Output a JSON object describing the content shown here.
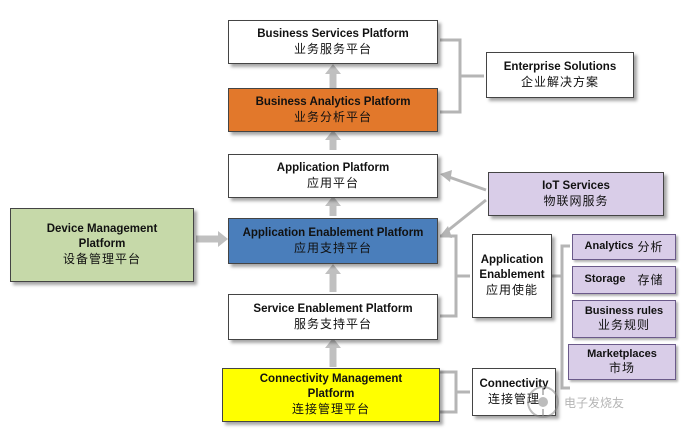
{
  "colors": {
    "white_box": "#ffffff",
    "analytics_box": "#e2782b",
    "enablement_box": "#4a7ebb",
    "connectivity_box": "#ffff00",
    "device_box": "#c6d9a9",
    "iot_box": "#d9cde8",
    "bracket": "#b0b0b0",
    "arrow": "#c8c8c8"
  },
  "center_stack": {
    "business_services": {
      "en": "Business Services Platform",
      "zh": "业务服务平台"
    },
    "business_analytics": {
      "en": "Business Analytics Platform",
      "zh": "业务分析平台"
    },
    "application_platform": {
      "en": "Application Platform",
      "zh": "应用平台"
    },
    "application_enablement": {
      "en": "Application Enablement Platform",
      "zh": "应用支持平台"
    },
    "service_enablement": {
      "en": "Service Enablement Platform",
      "zh": "服务支持平台"
    },
    "connectivity_management": {
      "en": "Connectivity Management Platform",
      "zh": "连接管理平台"
    }
  },
  "left": {
    "device_management": {
      "en": "Device  Management Platform",
      "zh": "设备管理平台"
    }
  },
  "right": {
    "enterprise_solutions": {
      "en": "Enterprise Solutions",
      "zh": "企业解决方案"
    },
    "iot_services": {
      "en": "IoT Services",
      "zh": "物联网服务"
    },
    "application_enablement": {
      "en": "Application Enablement",
      "zh": "应用使能"
    },
    "connectivity": {
      "en": "Connectivity",
      "zh": "连接管理"
    }
  },
  "side_items": {
    "analytics": {
      "en": "Analytics",
      "zh": "分析"
    },
    "storage": {
      "en": "Storage",
      "zh": "存储"
    },
    "business_rules": {
      "en": "Business rules",
      "zh": "业务规则"
    },
    "marketplaces": {
      "en": "Marketplaces",
      "zh": "市场"
    }
  },
  "watermark": {
    "icon": "circuit-logo-icon",
    "text": "电子发烧友"
  }
}
